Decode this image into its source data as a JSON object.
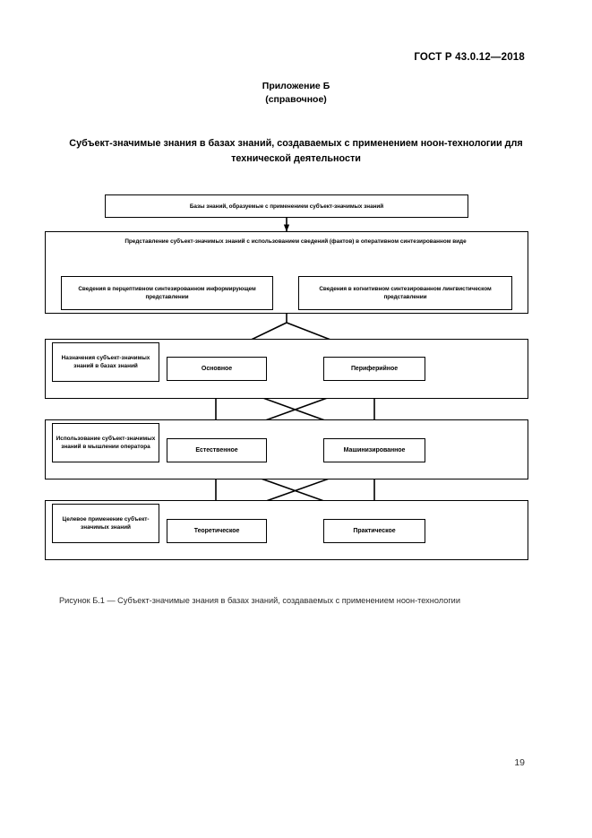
{
  "document": {
    "standard_header": "ГОСТ Р 43.0.12—2018",
    "annex_title": "Приложение Б",
    "annex_kind": "(справочное)",
    "heading": "Субъект-значимые знания в базах знаний, создаваемых с применением ноон-технологии для технической деятельности",
    "figure_caption": "Рисунок Б.1 — Субъект-значимые знания в базах знаний, создаваемых с применением ноон-технологии",
    "page_number": "19"
  },
  "diagram": {
    "root": "Базы знаний, образуемые с применением субъект-значимых знаний",
    "representation": {
      "title": "Представление субъект-значимых знаний с использованием сведений (фактов) в оперативном синтезированном виде",
      "left_box": "Сведения в перцептивном синтезированном информирующем представлении",
      "right_box": "Сведения в когнитивном синтезированном лингвистическом представлении"
    },
    "sections": [
      {
        "caption": "Назначения субъект-значимых знаний в базах знаний",
        "left_option": "Основное",
        "right_option": "Периферийное"
      },
      {
        "caption": "Использование субъект-значимых знаний в мышлении оператора",
        "left_option": "Естественное",
        "right_option": "Машинизированное"
      },
      {
        "caption": "Целевое применение субъект-значимых знаний",
        "left_option": "Теоретическое",
        "right_option": "Практическое"
      }
    ]
  },
  "colors": {
    "ink": "#000000",
    "paper": "#ffffff",
    "caption_gray": "#2b2b2b"
  }
}
